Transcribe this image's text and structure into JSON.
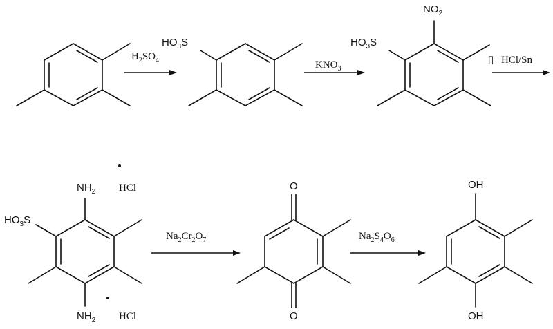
{
  "diagram": {
    "steps": [
      {
        "from": "pseudocumene",
        "to": "sulfonic-acid",
        "reagent": [
          "H",
          "2",
          "SO",
          "4"
        ]
      },
      {
        "from": "sulfonic-acid",
        "to": "nitro-sulfonic-acid",
        "reagent": [
          "KNO",
          "3"
        ]
      },
      {
        "from": "nitro-sulfonic-acid",
        "to": "diamine-salt",
        "reagent": [
          "HCl/Sn"
        ],
        "marker": "▯"
      },
      {
        "from": "diamine-salt",
        "to": "trimethylbenzoquinone",
        "reagent": [
          "Na",
          "2",
          "Cr",
          "2",
          "O",
          "7"
        ]
      },
      {
        "from": "trimethylbenzoquinone",
        "to": "trimethylhydroquinone",
        "reagent": [
          "Na",
          "2",
          "S",
          "4",
          "O",
          "6"
        ]
      }
    ],
    "labels": {
      "so3h_1": [
        "HO",
        "3",
        "S"
      ],
      "so3h_2": [
        "HO",
        "3",
        "S"
      ],
      "so3h_3": [
        "HO",
        "3",
        "S"
      ],
      "no2": [
        "NO",
        "2"
      ],
      "nh2_top": [
        "NH",
        "2"
      ],
      "nh2_bottom": [
        "NH",
        "2"
      ],
      "hcl_top": "HCl",
      "hcl_bottom": "HCl",
      "quinone_o_top": "O",
      "quinone_o_bottom": "O",
      "oh_top": "OH",
      "oh_bottom": "OH"
    }
  }
}
